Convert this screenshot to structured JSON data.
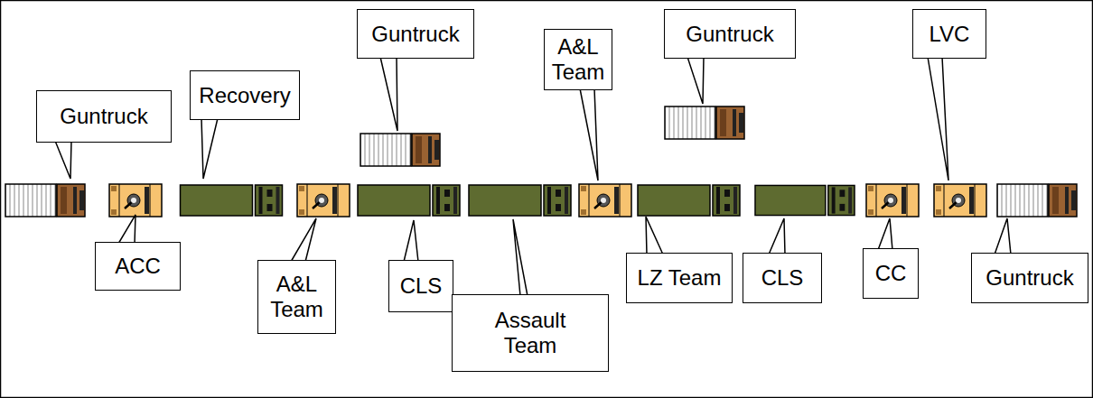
{
  "diagram": {
    "nodes": [
      {
        "text": [
          "Guntruck"
        ]
      },
      {
        "text": [
          "Recovery"
        ]
      },
      {
        "text": [
          "Guntruck"
        ]
      },
      {
        "text": [
          "A&L Team"
        ]
      },
      {
        "text": [
          "Guntruck"
        ]
      },
      {
        "text": [
          "LVC"
        ]
      },
      {
        "text": [
          "ACC"
        ]
      },
      {
        "text": [
          "A&L Team"
        ]
      },
      {
        "text": [
          "CLS"
        ]
      },
      {
        "text": [
          "Assault Team"
        ]
      },
      {
        "text": [
          "LZ Team"
        ]
      },
      {
        "text": [
          "CLS"
        ]
      },
      {
        "text": [
          "CC"
        ]
      },
      {
        "text": [
          "Guntruck"
        ]
      }
    ]
  }
}
